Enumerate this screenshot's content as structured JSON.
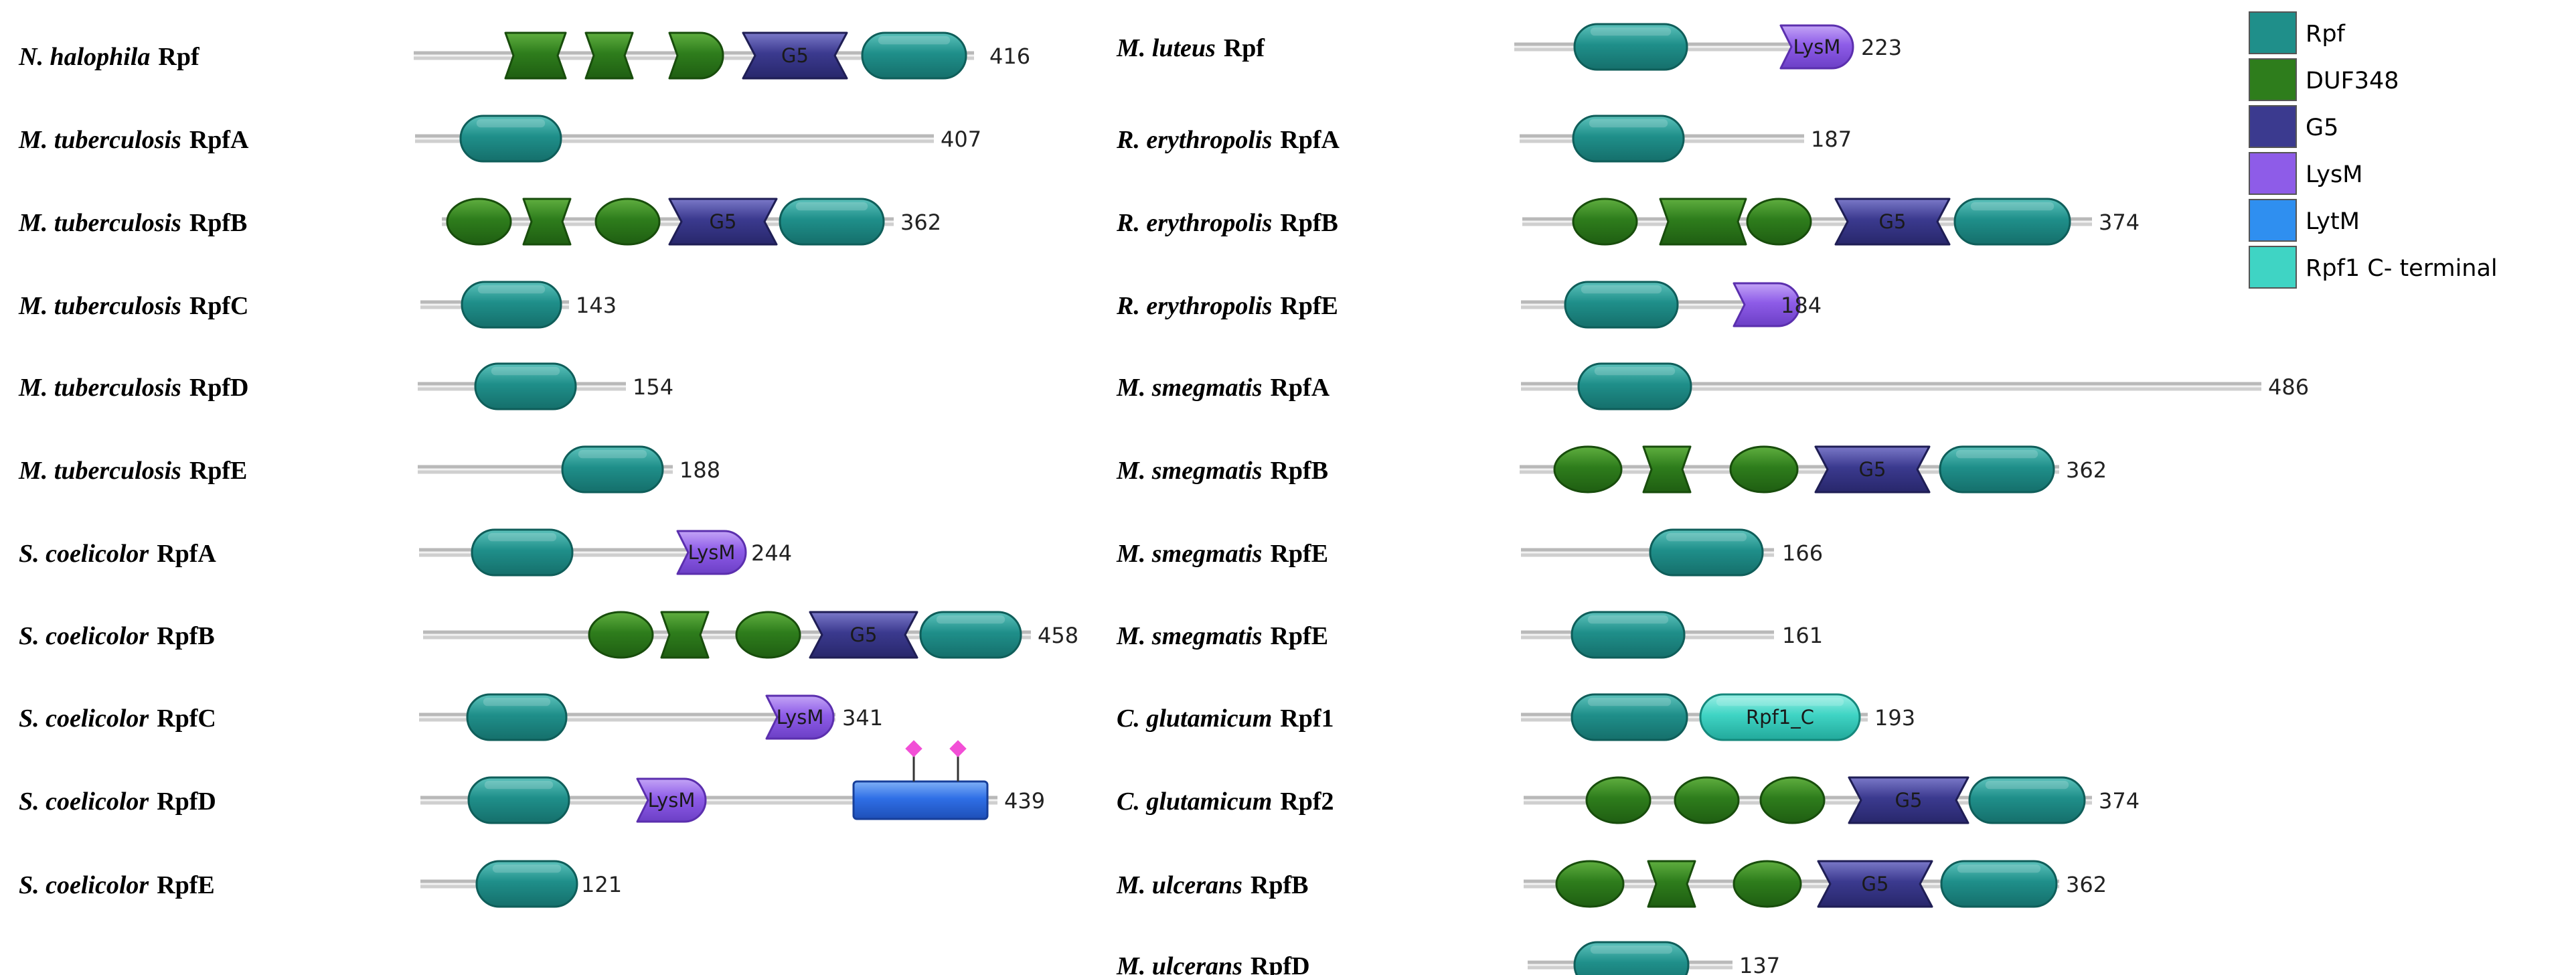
{
  "domain_types": {
    "Rpf": {
      "color": "#1f8f8a"
    },
    "DUF348": {
      "color": "#2e7d1c"
    },
    "G5": {
      "color": "#3b3a8f"
    },
    "LysM": {
      "color": "#8e5ce8"
    },
    "LytM": {
      "color": "#2f6fe6"
    },
    "Rpf1_C": {
      "color": "#3fd4c4"
    }
  },
  "legend": [
    {
      "key": "Rpf",
      "label": "Rpf",
      "color": "#1f8f8a"
    },
    {
      "key": "DUF348",
      "label": "DUF348",
      "color": "#2e7d1c"
    },
    {
      "key": "G5",
      "label": "G5",
      "color": "#3b3a8f"
    },
    {
      "key": "LysM",
      "label": "LysM",
      "color": "#8e5ce8"
    },
    {
      "key": "LytM",
      "label": "LytM",
      "color": "#2f8ff0"
    },
    {
      "key": "Rpf1_C",
      "label": "Rpf1 C- terminal",
      "color": "#3fd4c4"
    }
  ],
  "columns": [
    {
      "proteins": [
        {
          "organism": "N. halophila",
          "name": "Rpf",
          "length": "416",
          "domains": [
            {
              "type": "DUF348",
              "shape": "wedge"
            },
            {
              "type": "DUF348",
              "shape": "wedge"
            },
            {
              "type": "DUF348",
              "shape": "half"
            },
            {
              "type": "G5",
              "label": "G5"
            },
            {
              "type": "Rpf"
            }
          ]
        },
        {
          "organism": "M. tuberculosis",
          "name": "RpfA",
          "length": "407",
          "domains": [
            {
              "type": "Rpf"
            }
          ]
        },
        {
          "organism": "M. tuberculosis",
          "name": "RpfB",
          "length": "362",
          "domains": [
            {
              "type": "DUF348",
              "shape": "round"
            },
            {
              "type": "DUF348",
              "shape": "wedge"
            },
            {
              "type": "DUF348",
              "shape": "round"
            },
            {
              "type": "G5",
              "label": "G5"
            },
            {
              "type": "Rpf"
            }
          ]
        },
        {
          "organism": "M. tuberculosis",
          "name": "RpfC",
          "length": "143",
          "domains": [
            {
              "type": "Rpf"
            }
          ]
        },
        {
          "organism": "M. tuberculosis",
          "name": "RpfD",
          "length": "154",
          "domains": [
            {
              "type": "Rpf"
            }
          ]
        },
        {
          "organism": "M. tuberculosis",
          "name": "RpfE",
          "length": "188",
          "domains": [
            {
              "type": "Rpf"
            }
          ]
        },
        {
          "organism": "S. coelicolor",
          "name": "RpfA",
          "length": "244",
          "domains": [
            {
              "type": "Rpf"
            },
            {
              "type": "LysM",
              "label": "LysM"
            }
          ]
        },
        {
          "organism": "S. coelicolor",
          "name": "RpfB",
          "length": "458",
          "domains": [
            {
              "type": "DUF348",
              "shape": "round"
            },
            {
              "type": "DUF348",
              "shape": "wedge"
            },
            {
              "type": "DUF348",
              "shape": "round"
            },
            {
              "type": "G5",
              "label": "G5"
            },
            {
              "type": "Rpf"
            }
          ]
        },
        {
          "organism": "S. coelicolor",
          "name": "RpfC",
          "length": "341",
          "domains": [
            {
              "type": "Rpf"
            },
            {
              "type": "LysM",
              "label": "LysM"
            }
          ]
        },
        {
          "organism": "S. coelicolor",
          "name": "RpfD",
          "length": "439",
          "domains": [
            {
              "type": "Rpf"
            },
            {
              "type": "LysM",
              "label": "LysM"
            },
            {
              "type": "LytM"
            }
          ]
        },
        {
          "organism": "S. coelicolor",
          "name": "RpfE",
          "length": "121",
          "domains": [
            {
              "type": "Rpf"
            }
          ]
        }
      ]
    },
    {
      "proteins": [
        {
          "organism": "M.  luteus",
          "name": "Rpf",
          "length": "223",
          "domains": [
            {
              "type": "Rpf"
            },
            {
              "type": "LysM",
              "label": "LysM"
            }
          ]
        },
        {
          "organism": "R. erythropolis",
          "name": "RpfA",
          "length": "187",
          "domains": [
            {
              "type": "Rpf"
            }
          ]
        },
        {
          "organism": "R. erythropolis",
          "name": "RpfB",
          "length": "374",
          "domains": [
            {
              "type": "DUF348",
              "shape": "round"
            },
            {
              "type": "DUF348",
              "shape": "wedge"
            },
            {
              "type": "DUF348",
              "shape": "round"
            },
            {
              "type": "G5",
              "label": "G5"
            },
            {
              "type": "Rpf"
            }
          ]
        },
        {
          "organism": "R. erythropolis",
          "name": "RpfE",
          "length": "184",
          "domains": [
            {
              "type": "Rpf"
            },
            {
              "type": "LysM"
            }
          ]
        },
        {
          "organism": "M. smegmatis",
          "name": "RpfA",
          "length": "486",
          "domains": [
            {
              "type": "Rpf"
            }
          ]
        },
        {
          "organism": "M. smegmatis",
          "name": "RpfB",
          "length": "362",
          "domains": [
            {
              "type": "DUF348",
              "shape": "round"
            },
            {
              "type": "DUF348",
              "shape": "wedge"
            },
            {
              "type": "DUF348",
              "shape": "round"
            },
            {
              "type": "G5",
              "label": "G5"
            },
            {
              "type": "Rpf"
            }
          ]
        },
        {
          "organism": "M. smegmatis",
          "name": "RpfE",
          "length": "166",
          "domains": [
            {
              "type": "Rpf"
            }
          ]
        },
        {
          "organism": "M. smegmatis",
          "name": "RpfE",
          "length": "161",
          "domains": [
            {
              "type": "Rpf"
            }
          ]
        },
        {
          "organism": "C. glutamicum",
          "name": "Rpf1",
          "length": "193",
          "domains": [
            {
              "type": "Rpf"
            },
            {
              "type": "Rpf1_C",
              "label": "Rpf1_C"
            }
          ]
        },
        {
          "organism": "C. glutamicum",
          "name": "Rpf2",
          "length": "374",
          "domains": [
            {
              "type": "DUF348",
              "shape": "round"
            },
            {
              "type": "DUF348",
              "shape": "round"
            },
            {
              "type": "DUF348",
              "shape": "round"
            },
            {
              "type": "G5",
              "label": "G5"
            },
            {
              "type": "Rpf"
            }
          ]
        },
        {
          "organism": "M. ulcerans",
          "name": "RpfB",
          "length": "362",
          "domains": [
            {
              "type": "DUF348",
              "shape": "round"
            },
            {
              "type": "DUF348",
              "shape": "wedge"
            },
            {
              "type": "DUF348",
              "shape": "round"
            },
            {
              "type": "G5",
              "label": "G5"
            },
            {
              "type": "Rpf"
            }
          ]
        },
        {
          "organism": "M. ulcerans",
          "name": "RpfD",
          "length": "137",
          "domains": [
            {
              "type": "Rpf"
            }
          ]
        }
      ]
    }
  ]
}
